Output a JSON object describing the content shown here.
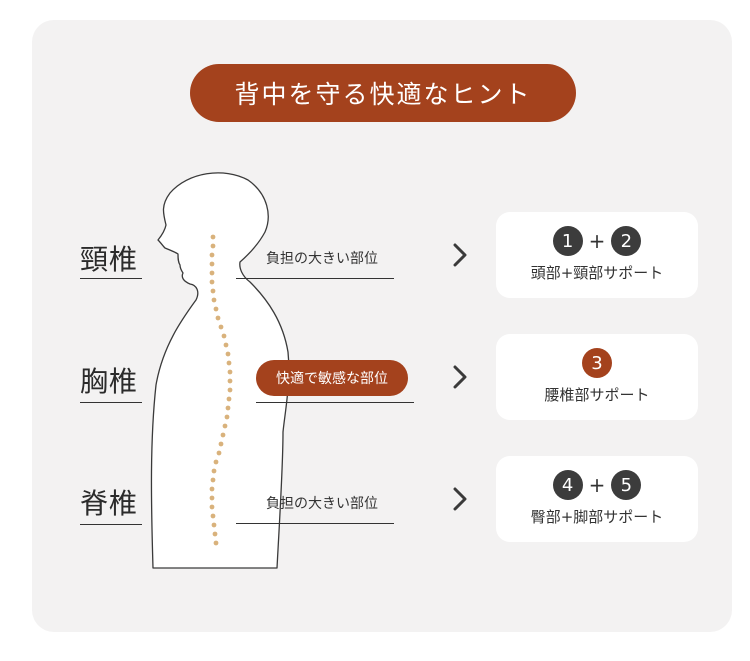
{
  "title": "背中を守る快適なヒント",
  "regions": [
    {
      "label": "頸椎",
      "note": "負担の大きい部位",
      "badges": [
        "1",
        "2"
      ],
      "support": "頭部+頸部サポート"
    },
    {
      "label": "胸椎",
      "note": "快適で敏感な部位",
      "badges": [
        "3"
      ],
      "support": "腰椎部サポート"
    },
    {
      "label": "脊椎",
      "note": "負担の大きい部位",
      "badges": [
        "4",
        "5"
      ],
      "support": "臀部+脚部サポート"
    }
  ],
  "plus_sign": "+",
  "colors": {
    "accent": "#a4421d",
    "badge_dark": "#3c3c3c",
    "spine_dot": "#d9b27c",
    "panel": "#f3f2f2"
  },
  "icons": [
    "chevron-right-icon",
    "human-silhouette",
    "spine-dots"
  ]
}
